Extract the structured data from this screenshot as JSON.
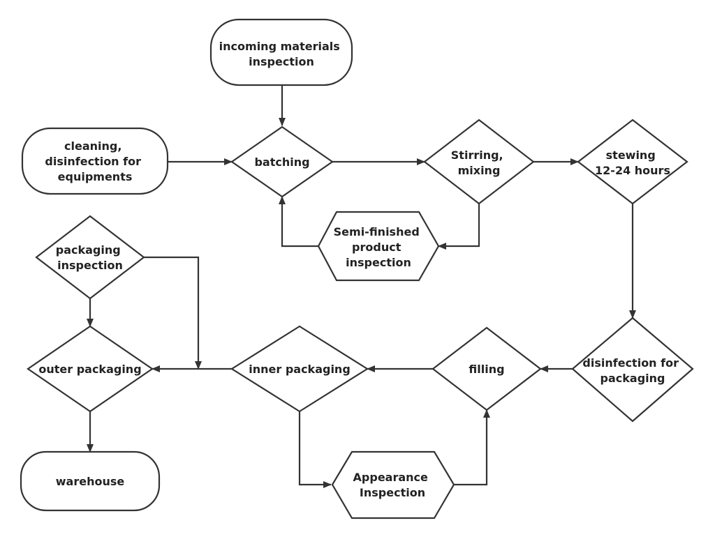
{
  "nodes": {
    "incoming": {
      "shape": "rounded-rect",
      "lines": [
        "incoming materials",
        "inspection"
      ]
    },
    "cleaning": {
      "shape": "rounded-rect",
      "lines": [
        "cleaning,",
        "disinfection for",
        "equipments"
      ]
    },
    "batching": {
      "shape": "diamond",
      "lines": [
        "batching"
      ]
    },
    "stirring": {
      "shape": "diamond",
      "lines": [
        "Stirring,",
        "mixing"
      ]
    },
    "stewing": {
      "shape": "diamond",
      "lines": [
        "stewing",
        "12-24 hours"
      ]
    },
    "semi": {
      "shape": "hexagon",
      "lines": [
        "Semi-finished",
        "product",
        "inspection"
      ]
    },
    "pkg_inspection": {
      "shape": "diamond",
      "lines": [
        "packaging",
        "inspection"
      ]
    },
    "outer": {
      "shape": "diamond",
      "lines": [
        "outer packaging"
      ]
    },
    "inner": {
      "shape": "diamond",
      "lines": [
        "inner packaging"
      ]
    },
    "filling": {
      "shape": "diamond",
      "lines": [
        "filling"
      ]
    },
    "disinfection": {
      "shape": "diamond",
      "lines": [
        "disinfection for",
        "packaging"
      ]
    },
    "appearance": {
      "shape": "hexagon",
      "lines": [
        "Appearance",
        "Inspection"
      ]
    },
    "warehouse": {
      "shape": "rounded-rect",
      "lines": [
        "warehouse"
      ]
    }
  },
  "edges": [
    {
      "from": "incoming",
      "to": "batching"
    },
    {
      "from": "cleaning",
      "to": "batching"
    },
    {
      "from": "batching",
      "to": "stirring"
    },
    {
      "from": "stirring",
      "to": "stewing"
    },
    {
      "from": "stirring",
      "to": "semi"
    },
    {
      "from": "semi",
      "to": "batching"
    },
    {
      "from": "stewing",
      "to": "disinfection"
    },
    {
      "from": "disinfection",
      "to": "filling"
    },
    {
      "from": "filling",
      "to": "inner"
    },
    {
      "from": "inner",
      "to": "outer"
    },
    {
      "from": "inner",
      "to": "appearance"
    },
    {
      "from": "appearance",
      "to": "filling"
    },
    {
      "from": "pkg_inspection",
      "to": "outer"
    },
    {
      "from": "pkg_inspection",
      "to": "inner-outer-line"
    },
    {
      "from": "outer",
      "to": "warehouse"
    }
  ],
  "colors": {
    "stroke": "#333333",
    "fill": "#ffffff",
    "text": "#222222"
  }
}
